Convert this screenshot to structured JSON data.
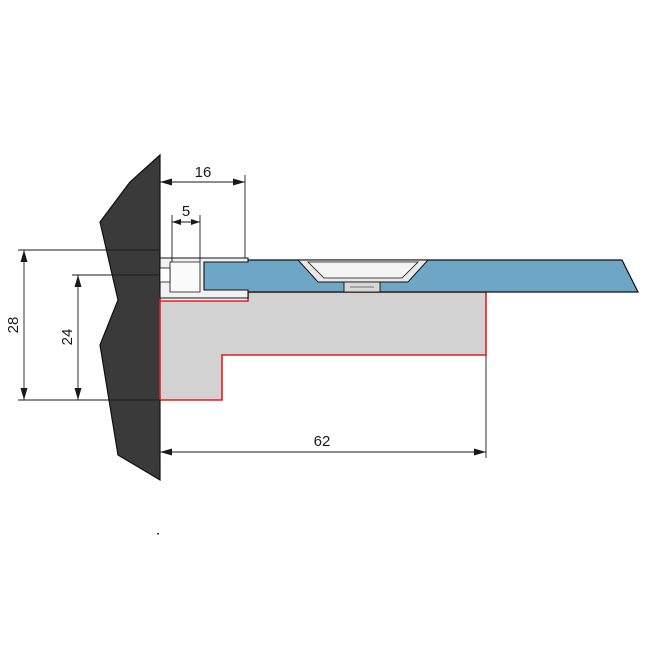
{
  "dimensions": {
    "glass_overhang": "16",
    "gap": "5",
    "total_height": "28",
    "inner_height": "24",
    "bracket_length": "62"
  },
  "colors": {
    "wall": "#3a3a3a",
    "glass": "#6ea6c6",
    "bracket": "#d2d2d2",
    "bracket_outline": "#e02020",
    "profile": "#f2f2f2",
    "line": "#1a1a1a"
  }
}
